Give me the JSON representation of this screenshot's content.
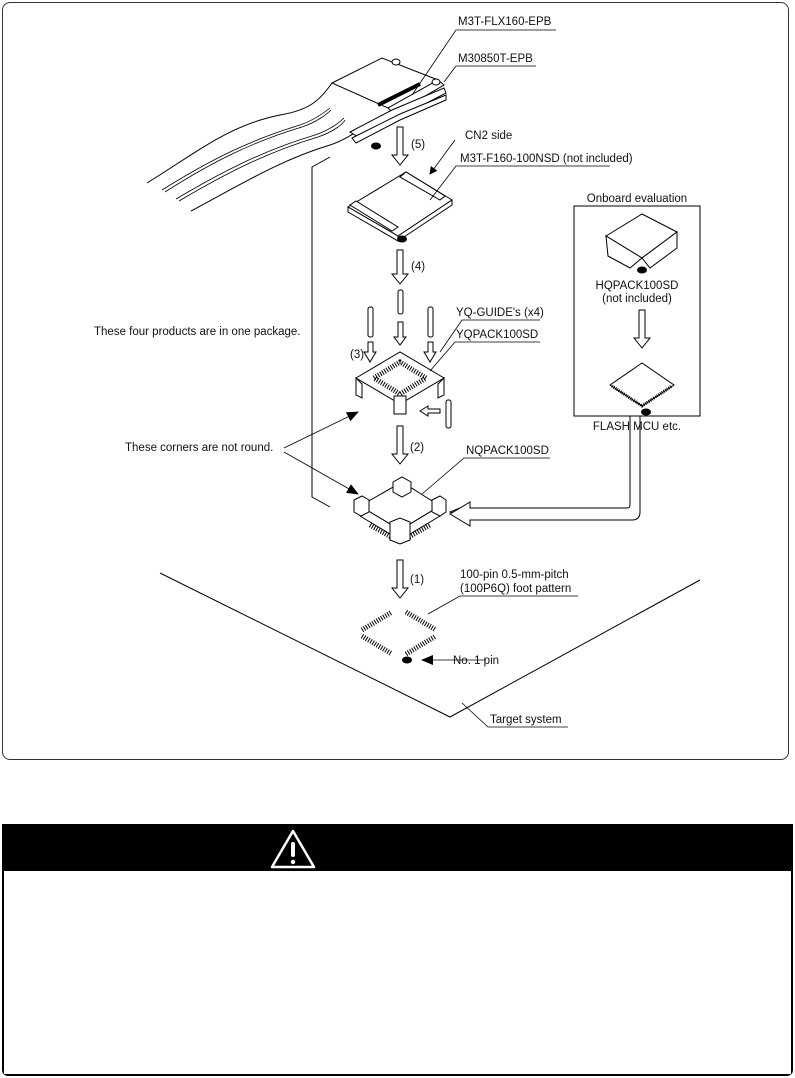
{
  "diagram": {
    "labels": {
      "flx": "M3T-FLX160-EPB",
      "epb": "M30850T-EPB",
      "cn2": "CN2 side",
      "f160": "M3T-F160-100NSD (not included)",
      "onboard": "Onboard evaluation",
      "hqpack_1": "HQPACK100SD",
      "hqpack_2": "(not included)",
      "flash": "FLASH MCU etc.",
      "guides": "YQ-GUIDE's (x4)",
      "yqpack": "YQPACK100SD",
      "package_note": "These four products are in one package.",
      "corners_note": "These corners are not round.",
      "nqpack": "NQPACK100SD",
      "foot_1": "100-pin 0.5-mm-pitch",
      "foot_2": "(100P6Q) foot pattern",
      "pin1": "No. 1 pin",
      "target": "Target system"
    },
    "steps": {
      "s1": "(1)",
      "s2": "(2)",
      "s3": "(3)",
      "s4": "(4)",
      "s5": "(5)"
    }
  },
  "warning": {
    "icon": "warning-triangle-icon",
    "body_text": ""
  }
}
